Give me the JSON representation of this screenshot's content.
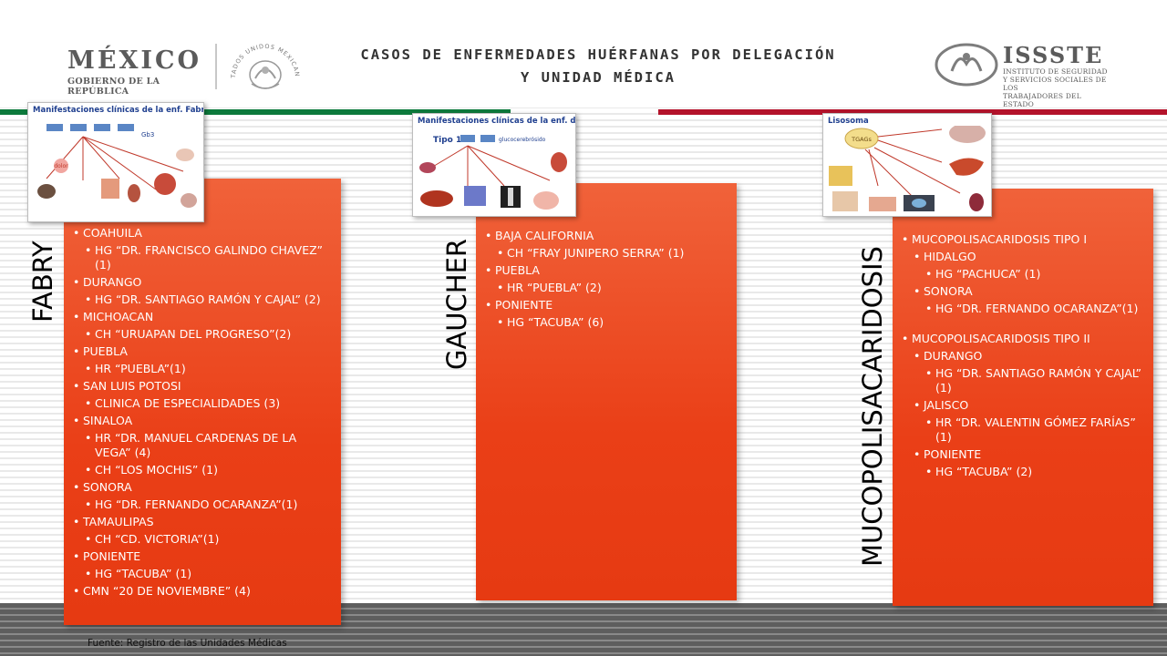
{
  "header": {
    "title_line1": "CASOS DE ENFERMEDADES HUÉRFANAS POR DELEGACIÓN",
    "title_line2": "Y UNIDAD MÉDICA",
    "mexico_logo": {
      "name": "MÉXICO",
      "subtitle": "GOBIERNO DE LA REPÚBLICA"
    },
    "seal_text": "ESTADOS UNIDOS MEXICANOS",
    "issste_logo": {
      "name": "ISSSTE",
      "subtitle_lines": [
        "INSTITUTO DE SEGURIDAD",
        "Y SERVICIOS SOCIALES DE LOS",
        "TRABAJADORES DEL ESTADO"
      ]
    }
  },
  "colors": {
    "card": "#e94418",
    "green": "#0d7a3c",
    "red": "#b4132b",
    "text_on_card": "#ffffff"
  },
  "thumbnails": {
    "fabry": {
      "title": "Manifestaciones clínicas de la enf. Fabry",
      "labels": [
        "Gb3",
        "dolor"
      ]
    },
    "gaucher": {
      "title": "Manifestaciones clínicas de la enf. de Gaucher",
      "labels": [
        "Tipo 1",
        "glucocerebrósido"
      ]
    },
    "mps": {
      "title": "Lisosoma",
      "labels": [
        "TGAGs"
      ]
    }
  },
  "fabry": {
    "label": "FABRY",
    "items": [
      {
        "text": "COAHUILA",
        "level": 1
      },
      {
        "text": "HG “DR. FRANCISCO GALINDO CHAVEZ” (1)",
        "level": 2
      },
      {
        "text": "DURANGO",
        "level": 1
      },
      {
        "text": "HG “DR. SANTIAGO RAMÓN Y CAJAL” (2)",
        "level": 2
      },
      {
        "text": "MICHOACAN",
        "level": 1
      },
      {
        "text": "CH “URUAPAN DEL PROGRESO”(2)",
        "level": 2
      },
      {
        "text": "PUEBLA",
        "level": 1
      },
      {
        "text": "HR “PUEBLA”(1)",
        "level": 2
      },
      {
        "text": "SAN LUIS POTOSI",
        "level": 1
      },
      {
        "text": "CLINICA DE ESPECIALIDADES (3)",
        "level": 2
      },
      {
        "text": "SINALOA",
        "level": 1
      },
      {
        "text": "HR “DR. MANUEL CARDENAS DE LA VEGA” (4)",
        "level": 2
      },
      {
        "text": "CH “LOS MOCHIS” (1)",
        "level": 2
      },
      {
        "text": "SONORA",
        "level": 1
      },
      {
        "text": "HG “DR. FERNANDO OCARANZA”(1)",
        "level": 2
      },
      {
        "text": "TAMAULIPAS",
        "level": 1
      },
      {
        "text": "CH “CD. VICTORIA”(1)",
        "level": 2
      },
      {
        "text": "PONIENTE",
        "level": 1
      },
      {
        "text": "HG “TACUBA” (1)",
        "level": 2
      },
      {
        "text": "CMN “20 DE NOVIEMBRE” (4)",
        "level": 1
      }
    ]
  },
  "gaucher": {
    "label": "GAUCHER",
    "items": [
      {
        "text": "BAJA CALIFORNIA",
        "level": 1
      },
      {
        "text": "CH “FRAY JUNIPERO SERRA” (1)",
        "level": 2
      },
      {
        "text": "PUEBLA",
        "level": 1
      },
      {
        "text": "HR “PUEBLA” (2)",
        "level": 2
      },
      {
        "text": "PONIENTE",
        "level": 1
      },
      {
        "text": "HG “TACUBA” (6)",
        "level": 2
      }
    ]
  },
  "mps": {
    "label": "MUCOPOLISACARIDOSIS",
    "items": [
      {
        "text": "MUCOPOLISACARIDOSIS TIPO I",
        "level": 1
      },
      {
        "text": "HIDALGO",
        "level": 2
      },
      {
        "text": "HG “PACHUCA” (1)",
        "level": 3
      },
      {
        "text": "SONORA",
        "level": 2
      },
      {
        "text": "HG “DR. FERNANDO OCARANZA”(1)",
        "level": 3
      },
      {
        "text": "",
        "level": 0
      },
      {
        "text": "MUCOPOLISACARIDOSIS TIPO II",
        "level": 1
      },
      {
        "text": "DURANGO",
        "level": 2
      },
      {
        "text": "HG “DR. SANTIAGO RAMÓN Y CAJAL” (1)",
        "level": 3
      },
      {
        "text": "JALISCO",
        "level": 2
      },
      {
        "text": "HR “DR. VALENTIN GÓMEZ FARÍAS” (1)",
        "level": 3
      },
      {
        "text": "PONIENTE",
        "level": 2
      },
      {
        "text": "HG “TACUBA” (2)",
        "level": 3
      }
    ]
  },
  "source": "Fuente: Registro de las Unidades Médicas"
}
